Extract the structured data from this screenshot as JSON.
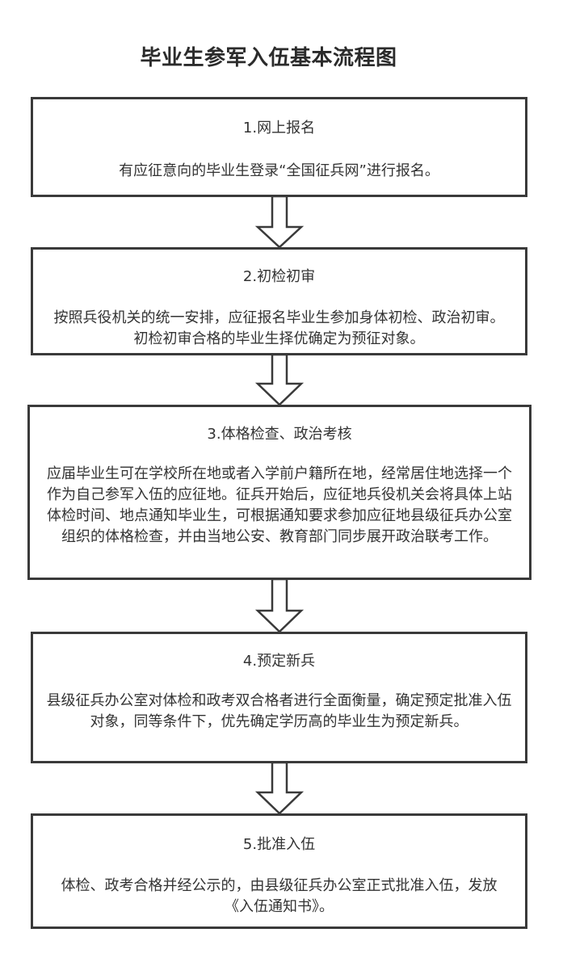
{
  "title": "毕业生参军入伍基本流程图",
  "colors": {
    "border": "#3a3a3a",
    "text": "#333333",
    "title": "#2b2b2b",
    "background": "#ffffff"
  },
  "steps": [
    {
      "heading": "1.网上报名",
      "body": "有应征意向的毕业生登录“全国征兵网”进行报名。"
    },
    {
      "heading": "2.初检初审",
      "body": "按照兵役机关的统一安排，应征报名毕业生参加身体初检、政治初审。初检初审合格的毕业生择优确定为预征对象。"
    },
    {
      "heading": "3.体格检查、政治考核",
      "body": "应届毕业生可在学校所在地或者入学前户籍所在地，经常居住地选择一个作为自己参军入伍的应征地。征兵开始后，应征地兵役机关会将具体上站体检时间、地点通知毕业生，可根据通知要求参加应征地县级征兵办公室组织的体格检查，并由当地公安、教育部门同步展开政治联考工作。"
    },
    {
      "heading": "4.预定新兵",
      "body": "县级征兵办公室对体检和政考双合格者进行全面衡量，确定预定批准入伍对象，同等条件下，优先确定学历高的毕业生为预定新兵。"
    },
    {
      "heading": "5.批准入伍",
      "body": "体检、政考合格并经公示的，由县级征兵办公室正式批准入伍，发放《入伍通知书》。"
    }
  ],
  "connectors": [
    {
      "from": "1.网上报名",
      "to": "2.初检初审",
      "icon": "down-arrow-icon"
    },
    {
      "from": "2.初检初审",
      "to": "3.体格检查、政治考核",
      "icon": "down-arrow-icon"
    },
    {
      "from": "3.体格检查、政治考核",
      "to": "4.预定新兵",
      "icon": "down-arrow-icon"
    },
    {
      "from": "4.预定新兵",
      "to": "5.批准入伍",
      "icon": "down-arrow-icon"
    }
  ]
}
